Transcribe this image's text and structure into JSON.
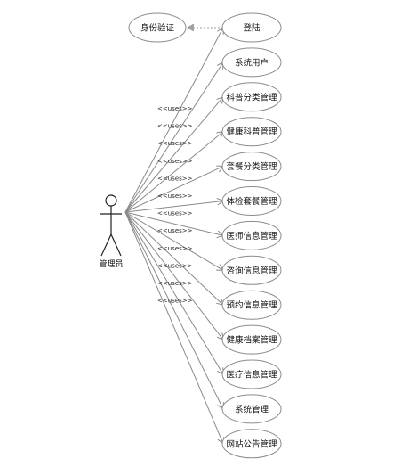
{
  "actor": {
    "label": "管理员"
  },
  "auth_case": {
    "label": "身份验证"
  },
  "use_cases": [
    {
      "label": "登陆"
    },
    {
      "label": "系统用户"
    },
    {
      "label": "科普分类管理"
    },
    {
      "label": "健康科普管理"
    },
    {
      "label": "套餐分类管理"
    },
    {
      "label": "体检套餐管理"
    },
    {
      "label": "医师信息管理"
    },
    {
      "label": "咨询信息管理"
    },
    {
      "label": "预约信息管理"
    },
    {
      "label": "健康档案管理"
    },
    {
      "label": "医疗信息管理"
    },
    {
      "label": "系统管理"
    },
    {
      "label": "网站公告管理"
    }
  ],
  "uses_label": "<<uses>>",
  "colors": {
    "stroke": "#8c8c8c",
    "text": "#111111",
    "background": "#ffffff"
  }
}
